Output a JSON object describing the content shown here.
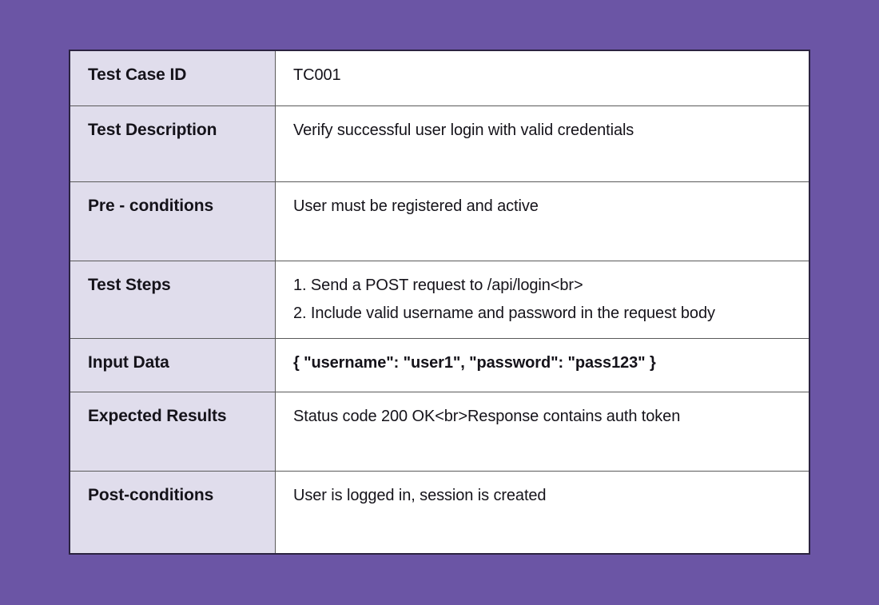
{
  "page": {
    "background_color": "#6B55A5",
    "table_border_color": "#2B2340",
    "cell_border_color": "#5A5A5A",
    "label_cell_color": "#E0DDEC",
    "value_cell_color": "#FFFFFF",
    "text_color": "#15131A"
  },
  "table": {
    "rows": [
      {
        "key": "test-case-id",
        "label": "Test Case ID",
        "lines": [
          "TC001"
        ],
        "bold_value": false
      },
      {
        "key": "test-description",
        "label": "Test Description",
        "lines": [
          "Verify successful user login with valid credentials"
        ],
        "bold_value": false
      },
      {
        "key": "pre-conditions",
        "label": "Pre - conditions",
        "lines": [
          "User must be registered and active"
        ],
        "bold_value": false
      },
      {
        "key": "test-steps",
        "label": "Test Steps",
        "lines": [
          "1. Send a POST request to /api/login<br>",
          "2. Include valid username and password in the request body"
        ],
        "bold_value": false
      },
      {
        "key": "input-data",
        "label": "Input Data",
        "lines": [
          "{ \"username\": \"user1\", \"password\": \"pass123\" }"
        ],
        "bold_value": true
      },
      {
        "key": "expected-results",
        "label": "Expected Results",
        "lines": [
          "Status code 200 OK<br>Response contains auth token"
        ],
        "bold_value": false
      },
      {
        "key": "post-conditions",
        "label": "Post-conditions",
        "lines": [
          "User is logged in, session is created"
        ],
        "bold_value": false
      }
    ]
  }
}
